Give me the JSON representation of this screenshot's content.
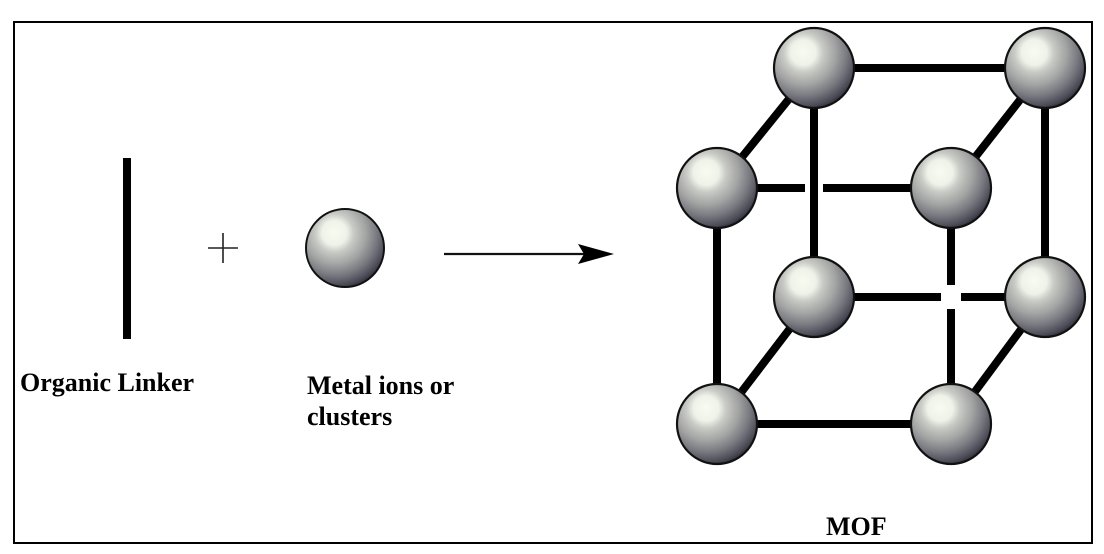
{
  "diagram": {
    "title": "MOF formation scheme",
    "components": {
      "linker": {
        "label": "Organic Linker",
        "icon": "linker-bar-icon"
      },
      "operator_plus": "+",
      "metal": {
        "label": "Metal ions or clusters",
        "icon": "metal-sphere-icon"
      },
      "arrow": "reaction-arrow-icon",
      "product": {
        "label": "MOF",
        "icon": "mof-cube-icon"
      }
    },
    "mof_structure": {
      "node_count": 8,
      "edge_count": 12,
      "nodes": [
        {
          "id": "back-top-left",
          "layer": "back"
        },
        {
          "id": "back-top-right",
          "layer": "back"
        },
        {
          "id": "back-bottom-left",
          "layer": "back"
        },
        {
          "id": "back-bottom-right",
          "layer": "back"
        },
        {
          "id": "front-top-left",
          "layer": "front"
        },
        {
          "id": "front-top-right",
          "layer": "front"
        },
        {
          "id": "front-bottom-left",
          "layer": "front"
        },
        {
          "id": "front-bottom-right",
          "layer": "front"
        }
      ]
    },
    "colors": {
      "line": "#000000",
      "sphere_highlight": "#f6fbef",
      "sphere_mid": "#a9aaa9",
      "sphere_dark": "#3c3c48",
      "background": "#ffffff"
    }
  }
}
